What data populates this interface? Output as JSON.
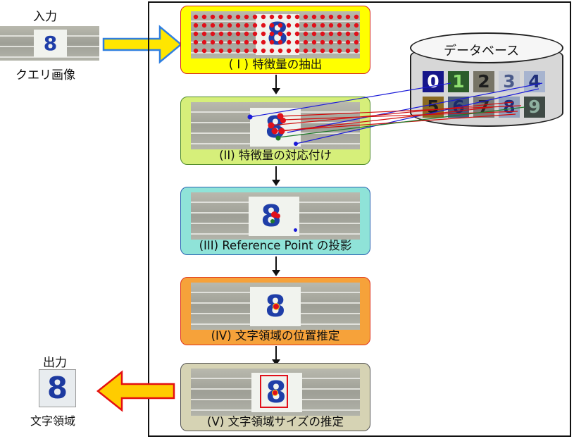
{
  "input": {
    "title": "入力",
    "query_digit": "8",
    "caption": "クエリ画像"
  },
  "output": {
    "title": "出力",
    "digit": "8",
    "caption": "文字領域"
  },
  "database": {
    "title": "データベース",
    "thumbnails": [
      "0",
      "1",
      "2",
      "3",
      "4",
      "5",
      "6",
      "7",
      "8",
      "9"
    ]
  },
  "steps": [
    {
      "caption": "( I ) 特徴量の抽出",
      "digit": "8",
      "color": "#ffff00",
      "border": "#d7261e"
    },
    {
      "caption": "(II) 特徴量の対応付け",
      "digit": "8",
      "color": "#d6ef7a",
      "border": "#4f8a2a"
    },
    {
      "caption": "(III) Reference Point の投影",
      "digit": "8",
      "color": "#8fe3d8",
      "border": "#2a63b3"
    },
    {
      "caption": "(IV) 文字領域の位置推定",
      "digit": "8",
      "color": "#f6a23a",
      "border": "#e0351e"
    },
    {
      "caption": "(V) 文字領域サイズの推定",
      "digit": "8",
      "color": "#d6d3b4",
      "border": "#555555"
    }
  ],
  "colors": {
    "keypoint": "#e0101a",
    "match_line_red": "#d10f0f",
    "match_line_blue": "#1a1ad8",
    "query_arrow": "#ffe600",
    "query_arrow_border": "#2f7fe0",
    "output_arrow": "#ffcc00",
    "output_arrow_border": "#e41010"
  }
}
